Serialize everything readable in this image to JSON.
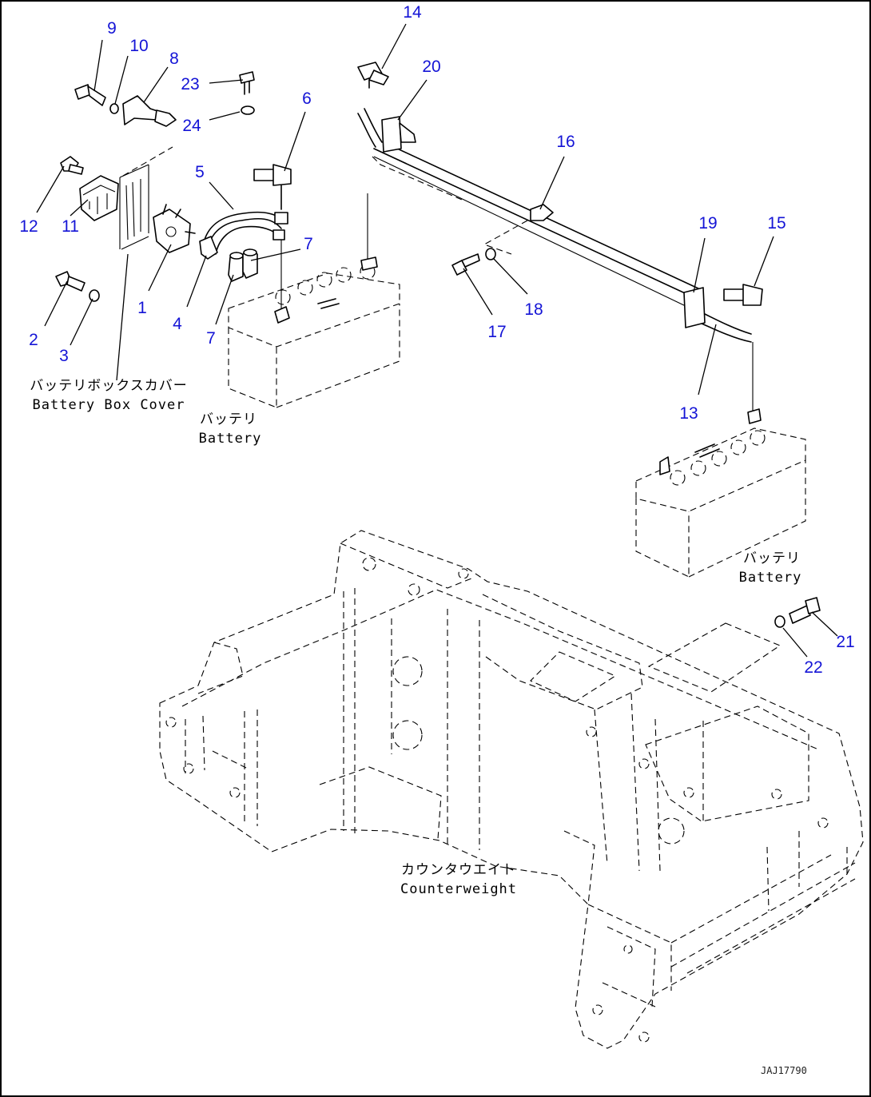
{
  "callouts": {
    "c1": "1",
    "c2": "2",
    "c3": "3",
    "c4": "4",
    "c5": "5",
    "c6": "6",
    "c7a": "7",
    "c7b": "7",
    "c8": "8",
    "c9": "9",
    "c10": "10",
    "c11": "11",
    "c12": "12",
    "c13": "13",
    "c14": "14",
    "c15": "15",
    "c16": "16",
    "c17": "17",
    "c18": "18",
    "c19": "19",
    "c20": "20",
    "c21": "21",
    "c22": "22",
    "c23": "23",
    "c24": "24"
  },
  "captions": {
    "battery_box_cover_jp": "バッテリボックスカバー",
    "battery_box_cover_en": "Battery Box Cover",
    "battery_left_jp": "バッテリ",
    "battery_left_en": "Battery",
    "battery_right_jp": "バッテリ",
    "battery_right_en": "Battery",
    "counterweight_jp": "カウンタウエイト",
    "counterweight_en": "Counterweight"
  },
  "drawing_number": "JAJ17790",
  "colors": {
    "callout": "#1414d6",
    "line": "#000000",
    "background": "#ffffff"
  }
}
